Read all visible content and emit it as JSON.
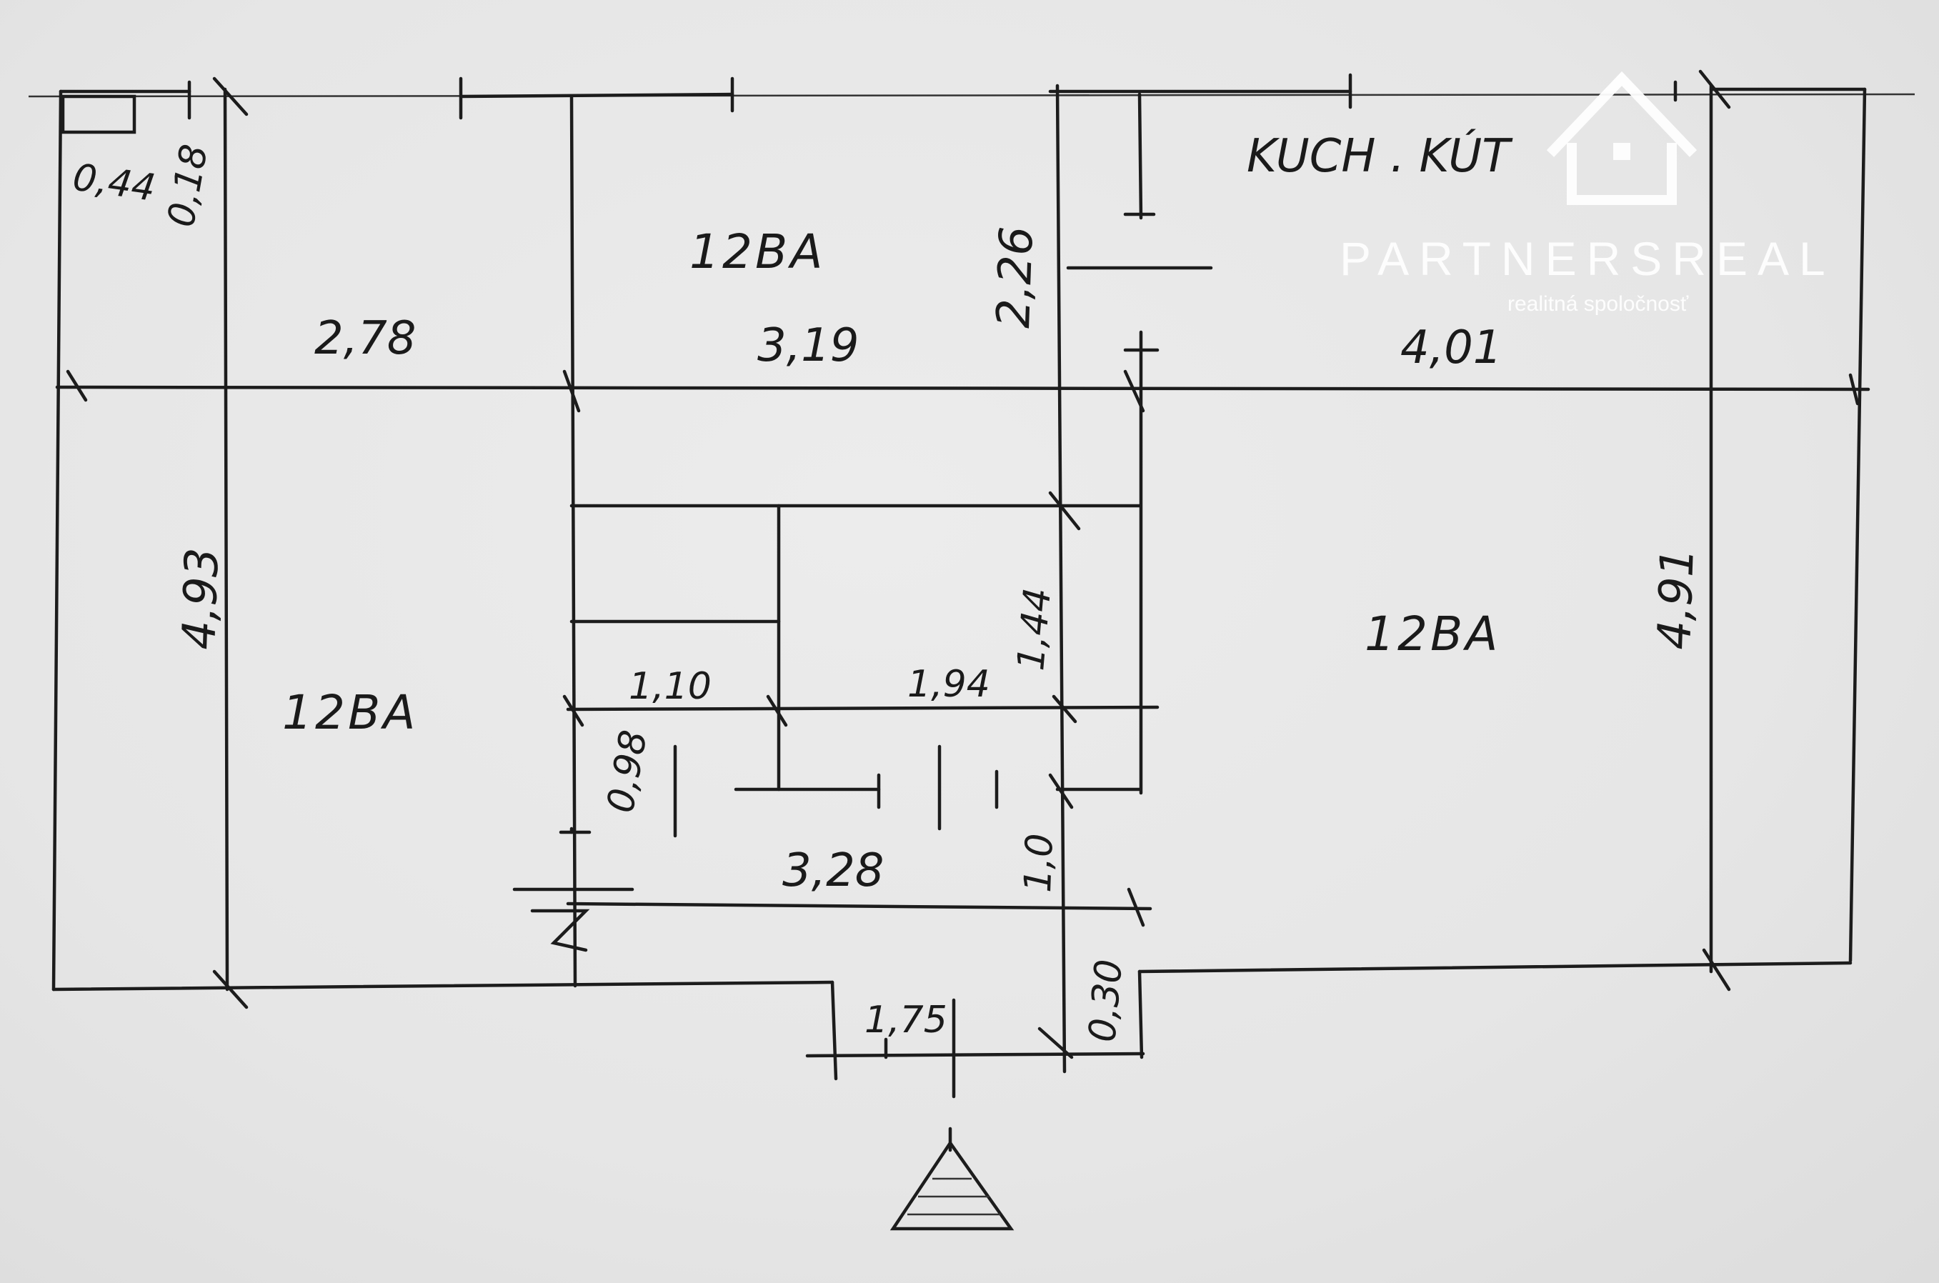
{
  "plan": {
    "rooms": {
      "room_top_middle": "12BA",
      "room_left": "12BA",
      "room_right": "12BA",
      "kitchen": "KUCH . KÚT"
    },
    "dimensions": {
      "d_044": "0,44",
      "d_018": "0,18",
      "d_278": "2,78",
      "d_319": "3,19",
      "d_401": "4,01",
      "d_226": "2,26",
      "d_493": "4,93",
      "d_491": "4,91",
      "d_110": "1,10",
      "d_194": "1,94",
      "d_144": "1,44",
      "d_098": "0,98",
      "d_328": "3,28",
      "d_10": "1,0",
      "d_175": "1,75",
      "d_030": "0,30"
    }
  },
  "watermark": {
    "brand": "PARTNERSREAL",
    "tagline": "realitná spoločnosť"
  }
}
